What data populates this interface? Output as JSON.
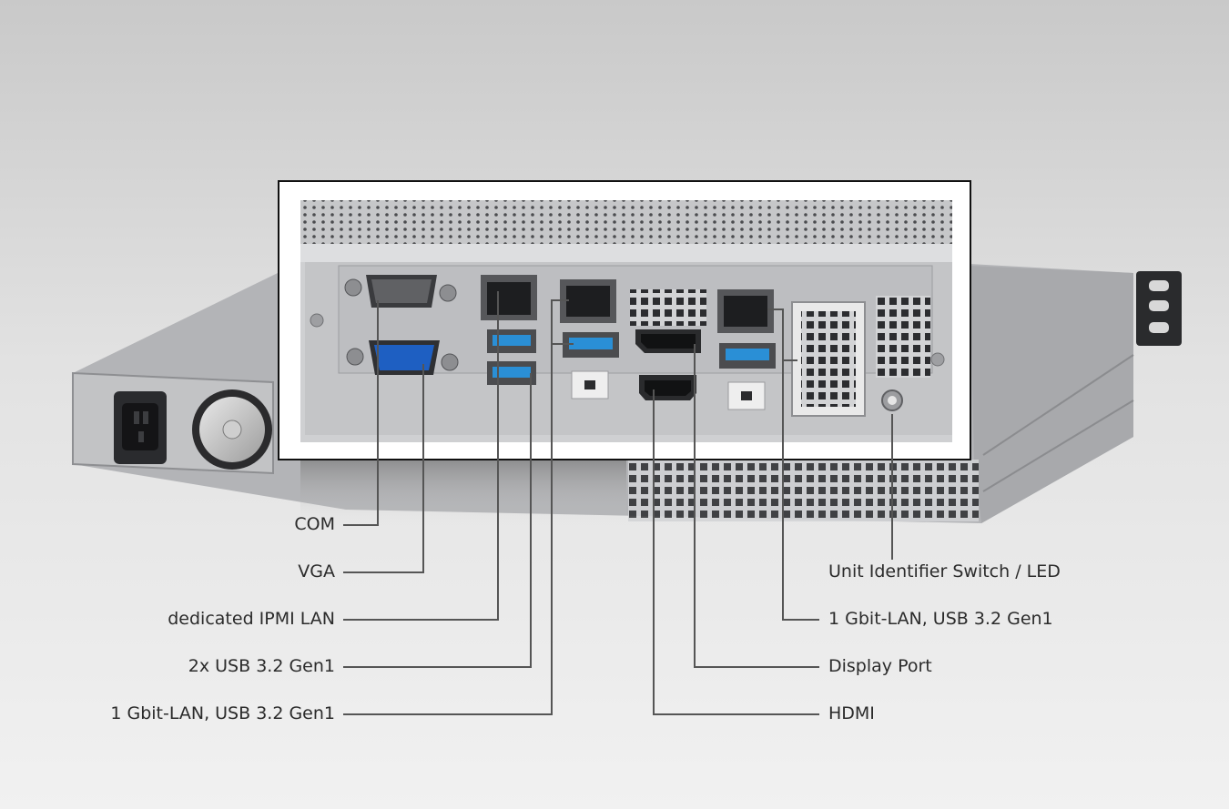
{
  "colors": {
    "leader_line": "#555555",
    "usb_blue": "#2a8fd6",
    "usb_blue_dark": "#1766b5",
    "vga_blue": "#1e5fc2",
    "chassis": "#b9babc",
    "panel": "#c8c9cb"
  },
  "callouts": {
    "left": [
      {
        "label": "COM"
      },
      {
        "label": "VGA"
      },
      {
        "label": "dedicated IPMI LAN"
      },
      {
        "label": "2x USB 3.2 Gen1"
      },
      {
        "label": "1 Gbit-LAN, USB 3.2 Gen1"
      }
    ],
    "right": [
      {
        "label": "Unit Identifier Switch / LED"
      },
      {
        "label": "1 Gbit-LAN, USB 3.2 Gen1"
      },
      {
        "label": "Display Port"
      },
      {
        "label": "HDMI"
      }
    ]
  }
}
